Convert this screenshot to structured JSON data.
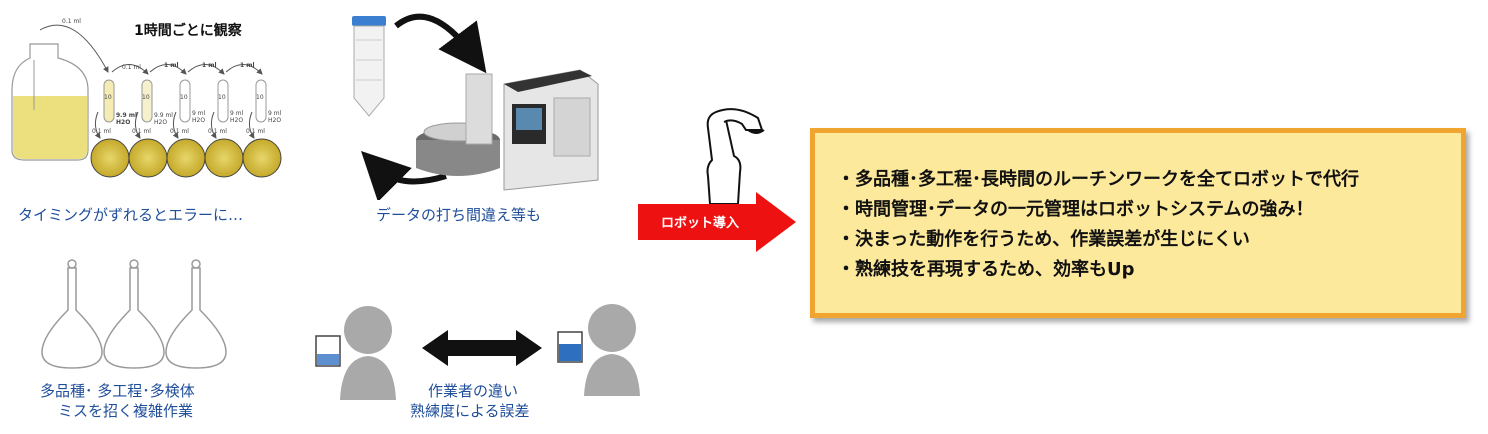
{
  "dilution_panel": {
    "title": "1時間ごとに観察",
    "caption": "タイミングがずれるとエラーに…",
    "transfer_labels": [
      "0.1 ml",
      "0.1 ml",
      "1 ml",
      "1 ml",
      "1 ml"
    ],
    "tube_labels": [
      "10",
      "10",
      "10",
      "10",
      "10"
    ],
    "diluent_labels": [
      "9.9 ml H2O",
      "9.9 ml H2O",
      "9 ml H2O",
      "9 ml H2O",
      "9 ml H2O"
    ],
    "plate_labels": [
      "0.1 ml",
      "0.1 ml",
      "0.1 ml",
      "0.1 ml",
      "0.1 ml"
    ]
  },
  "analyzer_panel": {
    "caption": "データの打ち間違え等も"
  },
  "flask_panel": {
    "caption_line1": "多品種･ 多工程･多検体",
    "caption_line2": "ミスを招く複雑作業"
  },
  "worker_panel": {
    "caption_line1": "作業者の違い",
    "caption_line2": "熟練度による誤差"
  },
  "robot_arrow": {
    "label": "ロボット導入",
    "color": "#ee1111"
  },
  "benefits": {
    "items": [
      "・多品種･多工程･長時間のルーチンワークを全てロボットで代行",
      "・時間管理･データの一元管理はロボットシステムの強み！",
      "・決まった動作を行うため、作業誤差が生じにくい",
      "・熟練技を再現するため、効率もUp"
    ],
    "box_fill": "#fde99b",
    "box_border": "#f0a530"
  }
}
